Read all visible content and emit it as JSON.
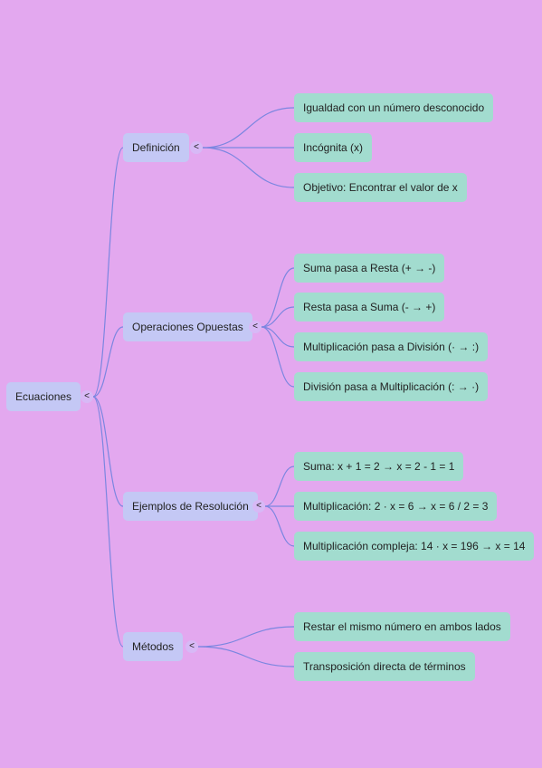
{
  "root": {
    "label": "Ecuaciones",
    "toggle": "<"
  },
  "branches": [
    {
      "label": "Definición",
      "toggle": "<",
      "leaves": [
        "Igualdad con un número desconocido",
        "Incógnita (x)",
        "Objetivo: Encontrar el valor de x"
      ]
    },
    {
      "label": "Operaciones Opuestas",
      "toggle": "<",
      "leaves": [
        "Suma pasa a Resta (+ → -)",
        "Resta pasa a Suma (- → +)",
        "Multiplicación pasa a División (· → :)",
        "División pasa a Multiplicación (: → ·)"
      ]
    },
    {
      "label": "Ejemplos de Resolución",
      "toggle": "<",
      "leaves": [
        "Suma: x + 1 = 2 → x = 2 - 1 = 1",
        "Multiplicación: 2 · x = 6 → x = 6 / 2 = 3",
        "Multiplicación compleja: 14 · x = 196 → x = 14"
      ]
    },
    {
      "label": "Métodos",
      "toggle": "<",
      "leaves": [
        "Restar el mismo número en ambos lados",
        "Transposición directa de términos"
      ]
    }
  ],
  "colors": {
    "background": "#e3a8ef",
    "branch_fill": "#c4c8f5",
    "leaf_fill": "#a2dccf",
    "connector": "#7b86e0"
  }
}
